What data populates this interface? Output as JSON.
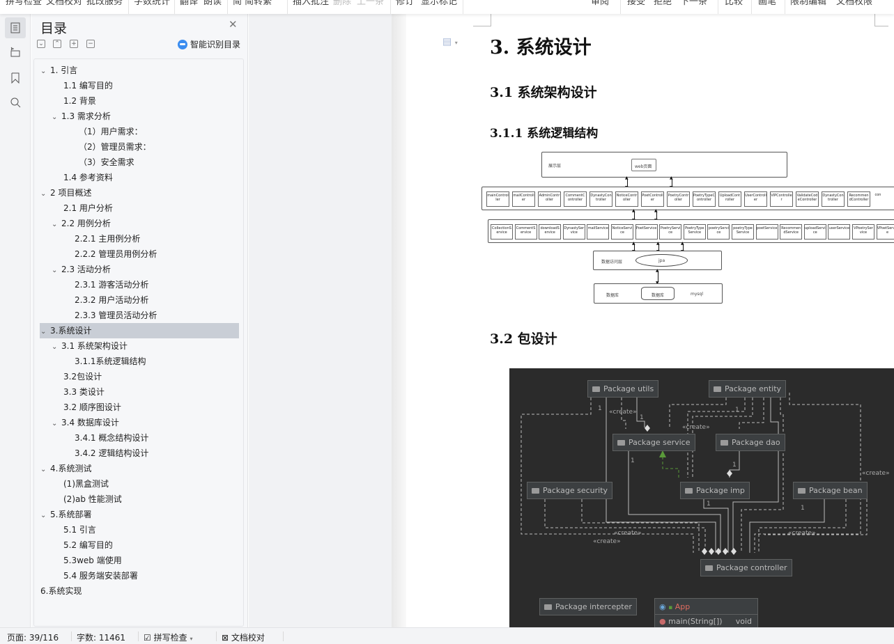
{
  "toolbar": {
    "items": [
      "拼写检查",
      "文档校对",
      "批改服务",
      "字数统计",
      "翻译",
      "朗读",
      "简 简转繁",
      "插入批注",
      "删除",
      "上一条",
      "下一条",
      "修订",
      "显示标记",
      "审阅",
      "接受",
      "拒绝",
      "上一条",
      "下一条",
      "比较",
      "画笔",
      "限制编辑",
      "文档权限"
    ]
  },
  "iconbar": {
    "icons": [
      "toc-icon",
      "navigation-icon",
      "bookmark-icon",
      "search-icon"
    ]
  },
  "toc_panel": {
    "title": "目录",
    "smart_label": "智能识别目录",
    "controls": [
      "expand-icon",
      "collapse-icon",
      "plus-icon",
      "minus-icon"
    ],
    "items": [
      {
        "label": "1. 引言",
        "level": 0,
        "expanded": true
      },
      {
        "label": "1.1 编写目的",
        "level": 1
      },
      {
        "label": "1.2 背景",
        "level": 1
      },
      {
        "label": "1.3 需求分析",
        "level": 1,
        "expanded": true
      },
      {
        "label": "（1）用户需求：",
        "level": 2
      },
      {
        "label": "（2）管理员需求：",
        "level": 2
      },
      {
        "label": "（3）安全需求",
        "level": 2
      },
      {
        "label": "1.4 参考资料",
        "level": 1
      },
      {
        "label": "2 项目概述",
        "level": 0,
        "expanded": true
      },
      {
        "label": "2.1  用户分析",
        "level": 1
      },
      {
        "label": "2.2  用例分析",
        "level": 1,
        "expanded": true
      },
      {
        "label": "2.2.1  主用例分析",
        "level": 2
      },
      {
        "label": "2.2.2  管理员用例分析",
        "level": 2
      },
      {
        "label": "2.3  活动分析",
        "level": 1,
        "expanded": true
      },
      {
        "label": "2.3.1  游客活动分析",
        "level": 2
      },
      {
        "label": "2.3.2  用户活动分析",
        "level": 2
      },
      {
        "label": "2.3.3  管理员活动分析",
        "level": 2
      },
      {
        "label": "3.系统设计",
        "level": 0,
        "expanded": true,
        "selected": true
      },
      {
        "label": "3.1  系统架构设计",
        "level": 1,
        "expanded": true
      },
      {
        "label": "3.1.1系统逻辑结构",
        "level": 2
      },
      {
        "label": "3.2包设计",
        "level": 1
      },
      {
        "label": "3.3 类设计",
        "level": 1
      },
      {
        "label": "3.2 顺序图设计",
        "level": 1
      },
      {
        "label": "3.4  数据库设计",
        "level": 1,
        "expanded": true
      },
      {
        "label": "3.4.1  概念结构设计",
        "level": 2
      },
      {
        "label": "3.4.2 逻辑结构设计",
        "level": 2
      },
      {
        "label": "4.系统测试",
        "level": 0,
        "expanded": true
      },
      {
        "label": "(1)黑盒测试",
        "level": 1
      },
      {
        "label": "(2)ab 性能测试",
        "level": 1
      },
      {
        "label": "5.系统部署",
        "level": 0,
        "expanded": true
      },
      {
        "label": "5.1 引言",
        "level": 1
      },
      {
        "label": "5.2 编写目的",
        "level": 1
      },
      {
        "label": "5.3web 端使用",
        "level": 1
      },
      {
        "label": "5.4 服务端安装部署",
        "level": 1
      },
      {
        "label": "6.系统实现",
        "level": 0
      }
    ]
  },
  "document": {
    "h1": "3.  系统设计",
    "h2_arch": "3.1  系统架构设计",
    "h3_logic": "3.1.1  系统逻辑结构",
    "h2_pkg": "3.2  包设计",
    "arch_diagram": {
      "layer_view": "展示层",
      "web_page": "web页面",
      "controllers": [
        "mainController",
        "mailController",
        "AdminController",
        "CommentController",
        "DynastyController",
        "NoticeController",
        "PoetController",
        "PoetryController",
        "PoetryTypeController",
        "UploadController",
        "UserController",
        "VIPController",
        "ValidateCodeController",
        "DynastyController",
        "RecommendController",
        "con"
      ],
      "services": [
        "CollectionService",
        "CommentService",
        "downloadService",
        "DynastyService",
        "mailService",
        "NoticeService",
        "PoetService",
        "PoetryService",
        "PoetryTypeService",
        "poetryService",
        "poetryTypeService",
        "poetService",
        "RecommendService",
        "uploadService",
        "userService",
        "VPoetryService",
        "VPoetService"
      ],
      "layer_dao": "数据访问层",
      "jpa": "jpa",
      "layer_db": "数据库",
      "db_cyl": "数据库",
      "mysql": "mysql"
    },
    "uml": {
      "packages": [
        "Package utils",
        "Package entity",
        "Package service",
        "Package dao",
        "Package security",
        "Package imp",
        "Package bean",
        "Package controller",
        "Package intercepter"
      ],
      "create_label": "«create»",
      "mult": "1",
      "app_class": "App",
      "app_method": "main(String[])",
      "app_return": "void"
    }
  },
  "status": {
    "page": "页面: 39/116",
    "words": "字数: 11461",
    "spell": "拼写检查",
    "proof": "文档校对"
  }
}
